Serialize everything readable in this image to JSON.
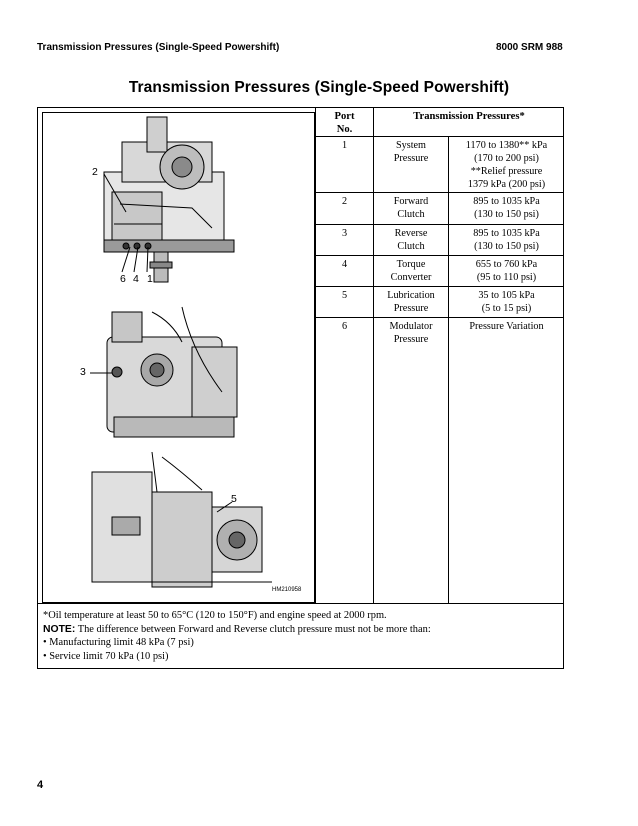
{
  "header": {
    "left": "Transmission Pressures (Single-Speed Powershift)",
    "right": "8000 SRM 988"
  },
  "title": "Transmission Pressures (Single-Speed Powershift)",
  "table": {
    "col_port_line1": "Port",
    "col_port_line2": "No.",
    "col_pressures": "Transmission Pressures*",
    "rows": [
      {
        "port": "1",
        "name": [
          "System",
          "Pressure"
        ],
        "value": [
          "1170 to 1380** kPa",
          "(170 to 200 psi)",
          "**Relief pressure",
          "1379 kPa (200 psi)"
        ]
      },
      {
        "port": "2",
        "name": [
          "Forward",
          "Clutch"
        ],
        "value": [
          "895 to 1035 kPa",
          "(130 to 150 psi)"
        ]
      },
      {
        "port": "3",
        "name": [
          "Reverse",
          "Clutch"
        ],
        "value": [
          "895 to 1035 kPa",
          "(130 to 150 psi)"
        ]
      },
      {
        "port": "4",
        "name": [
          "Torque",
          "Converter"
        ],
        "value": [
          "655 to 760 kPa",
          "(95 to 110 psi)"
        ]
      },
      {
        "port": "5",
        "name": [
          "Lubrication",
          "Pressure"
        ],
        "value": [
          "35 to 105 kPa",
          "(5 to 15 psi)"
        ]
      },
      {
        "port": "6",
        "name": [
          "Modulator",
          "Pressure"
        ],
        "value": [
          "Pressure Variation"
        ]
      }
    ]
  },
  "figure": {
    "callouts": {
      "c2": "2",
      "c6": "6",
      "c4": "4",
      "c1": "1",
      "c3": "3",
      "c5": "5"
    },
    "image_id": "HM210958"
  },
  "notes": {
    "oil": "*Oil temperature at least 50 to 65°C (120 to 150°F) and engine speed at 2000 rpm.",
    "note_label": "NOTE:",
    "note_text": " The difference between Forward and Reverse clutch pressure must not be more than:",
    "bullet1": "• Manufacturing limit 48 kPa (7 psi)",
    "bullet2": "• Service limit 70 kPa (10 psi)"
  },
  "page_number": "4"
}
